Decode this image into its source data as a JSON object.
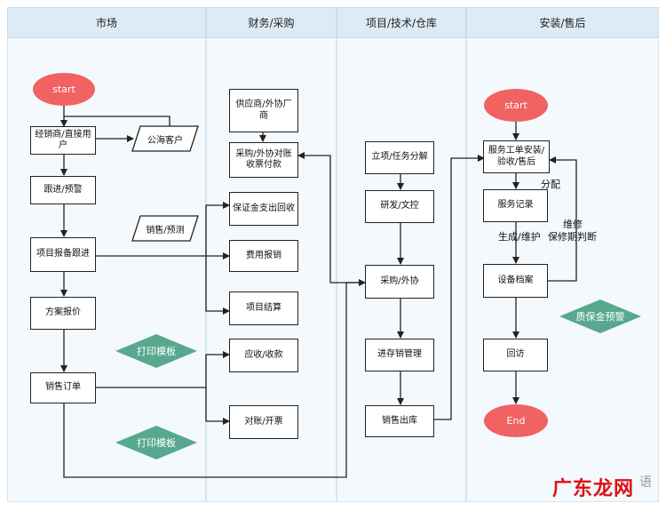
{
  "lanes": {
    "market": "市场",
    "finance": "财务/采购",
    "project": "项目/技术/仓库",
    "service": "安装/售后"
  },
  "market": {
    "start": "start",
    "distributor": "经销商/直接用户",
    "public_customer": "公海客户",
    "follow_up": "跟进/预警",
    "project_report": "项目报备跟进",
    "sales_forecast": "销售/预测",
    "quote": "方案报价",
    "print_template_1": "打印模板",
    "sales_order": "销售订单",
    "print_template_2": "打印模板"
  },
  "finance": {
    "supplier": "供应商/外协厂商",
    "purchase_reconcile": "采购/外协对账收票付款",
    "deposit": "保证金支出回收",
    "expense": "费用报销",
    "settlement": "项目结算",
    "receivable": "应收/收款",
    "invoice": "对账/开票"
  },
  "project": {
    "task_split": "立项/任务分解",
    "rd": "研发/文控",
    "purchase": "采购/外协",
    "inventory": "进存销管理",
    "outbound": "销售出库"
  },
  "service": {
    "start": "start",
    "work_order": "服务工单安装/验收/售后",
    "record": "服务记录",
    "archive": "设备档案",
    "revisit": "回访",
    "end": "End",
    "warranty_alert": "质保金预警",
    "label_assign": "分配",
    "label_generate": "生成/维护",
    "label_repair": "维修",
    "label_warranty": "保修期判断"
  },
  "watermark": {
    "brand": "广东龙网",
    "suffix": "语"
  },
  "colors": {
    "lane_bg": "#f4f9fd",
    "lane_header": "#ddebf6",
    "terminal": "#f16262",
    "diamond": "#58a88f",
    "stroke": "#222222"
  }
}
